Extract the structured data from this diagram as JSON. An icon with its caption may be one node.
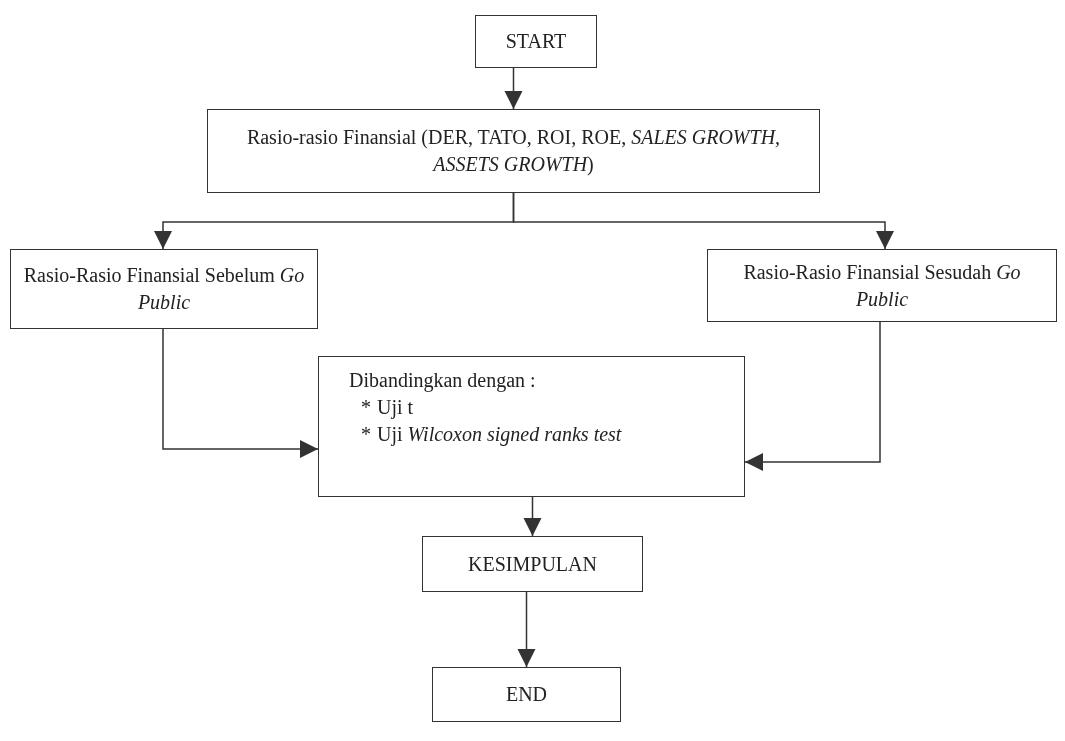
{
  "diagram": {
    "nodes": [
      {
        "text": [
          "START"
        ]
      },
      {
        "text": [
          "Rasio-rasio Finansial (DER, TATO, ROI, ROE, *SALES GROWTH, ASSETS GROWTH*)"
        ]
      },
      {
        "text": [
          "Rasio-Rasio Finansial Sebelum *Go Public*"
        ]
      },
      {
        "text": [
          "Rasio-Rasio Finansial Sesudah *Go Public*"
        ]
      },
      {
        "text": [
          "Dibandingkan dengan :",
          "* Uji t",
          "* Uji *Wilcoxon signed ranks test*"
        ]
      },
      {
        "text": [
          "KESIMPULAN"
        ]
      },
      {
        "text": [
          "END"
        ]
      }
    ],
    "edges": [
      {
        "from": 0,
        "to": 1,
        "arrow": "to"
      },
      {
        "from": 1,
        "to": 2,
        "arrow": "to"
      },
      {
        "from": 1,
        "to": 3,
        "arrow": "to"
      },
      {
        "from": 2,
        "to": 4,
        "arrow": "to"
      },
      {
        "from": 3,
        "to": 4,
        "arrow": "to"
      },
      {
        "from": 4,
        "to": 5,
        "arrow": "to"
      },
      {
        "from": 5,
        "to": 6,
        "arrow": "to"
      }
    ]
  }
}
